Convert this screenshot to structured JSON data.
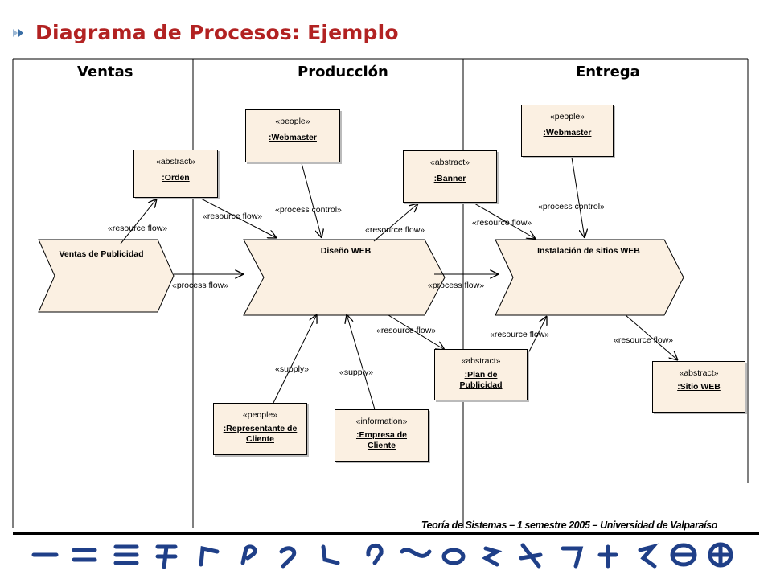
{
  "header": {
    "title": "Diagrama de Procesos: Ejemplo"
  },
  "lanes": [
    "Ventas",
    "Producción",
    "Entrega"
  ],
  "processes": {
    "ventas": "Ventas de Publicidad",
    "diseno": "Diseño WEB",
    "instalacion": "Instalación de sitios WEB"
  },
  "objects": {
    "webmaster1": {
      "stereotype": "«people»",
      "name": ":Webmaster"
    },
    "orden": {
      "stereotype": "«abstract»",
      "name": ":Orden"
    },
    "banner": {
      "stereotype": "«abstract»",
      "name": ":Banner"
    },
    "webmaster2": {
      "stereotype": "«people»",
      "name": ":Webmaster"
    },
    "plan": {
      "stereotype": "«abstract»",
      "name": ":Plan de Publicidad"
    },
    "sitio": {
      "stereotype": "«abstract»",
      "name": ":Sitio WEB"
    },
    "representante": {
      "stereotype": "«people»",
      "name": ":Representante de Cliente"
    },
    "empresa": {
      "stereotype": "«information»",
      "name": ":Empresa de Cliente"
    }
  },
  "edge_labels": {
    "rf_ventas_orden": "«resource flow»",
    "rf_orden_diseno": "«resource flow»",
    "pc_webmaster1": "«process control»",
    "rf_diseno_banner": "«resource flow»",
    "rf_banner_inst": "«resource flow»",
    "pc_webmaster2": "«process control»",
    "pf_ventas_diseno": "«process flow»",
    "pf_diseno_inst": "«process flow»",
    "rf_diseno_plan": "«resource flow»",
    "rf_plan_inst": "«resource flow»",
    "rf_inst_sitio": "«resource flow»",
    "supply_rep": "«supply»",
    "supply_emp": "«supply»"
  },
  "footer": "Teoría de Sistemas – 1 semestre 2005 – Universidad de Valparaíso",
  "colors": {
    "title": "#b22222",
    "box_fill": "#fbf0e2",
    "glyphs": "#1f3f88"
  }
}
